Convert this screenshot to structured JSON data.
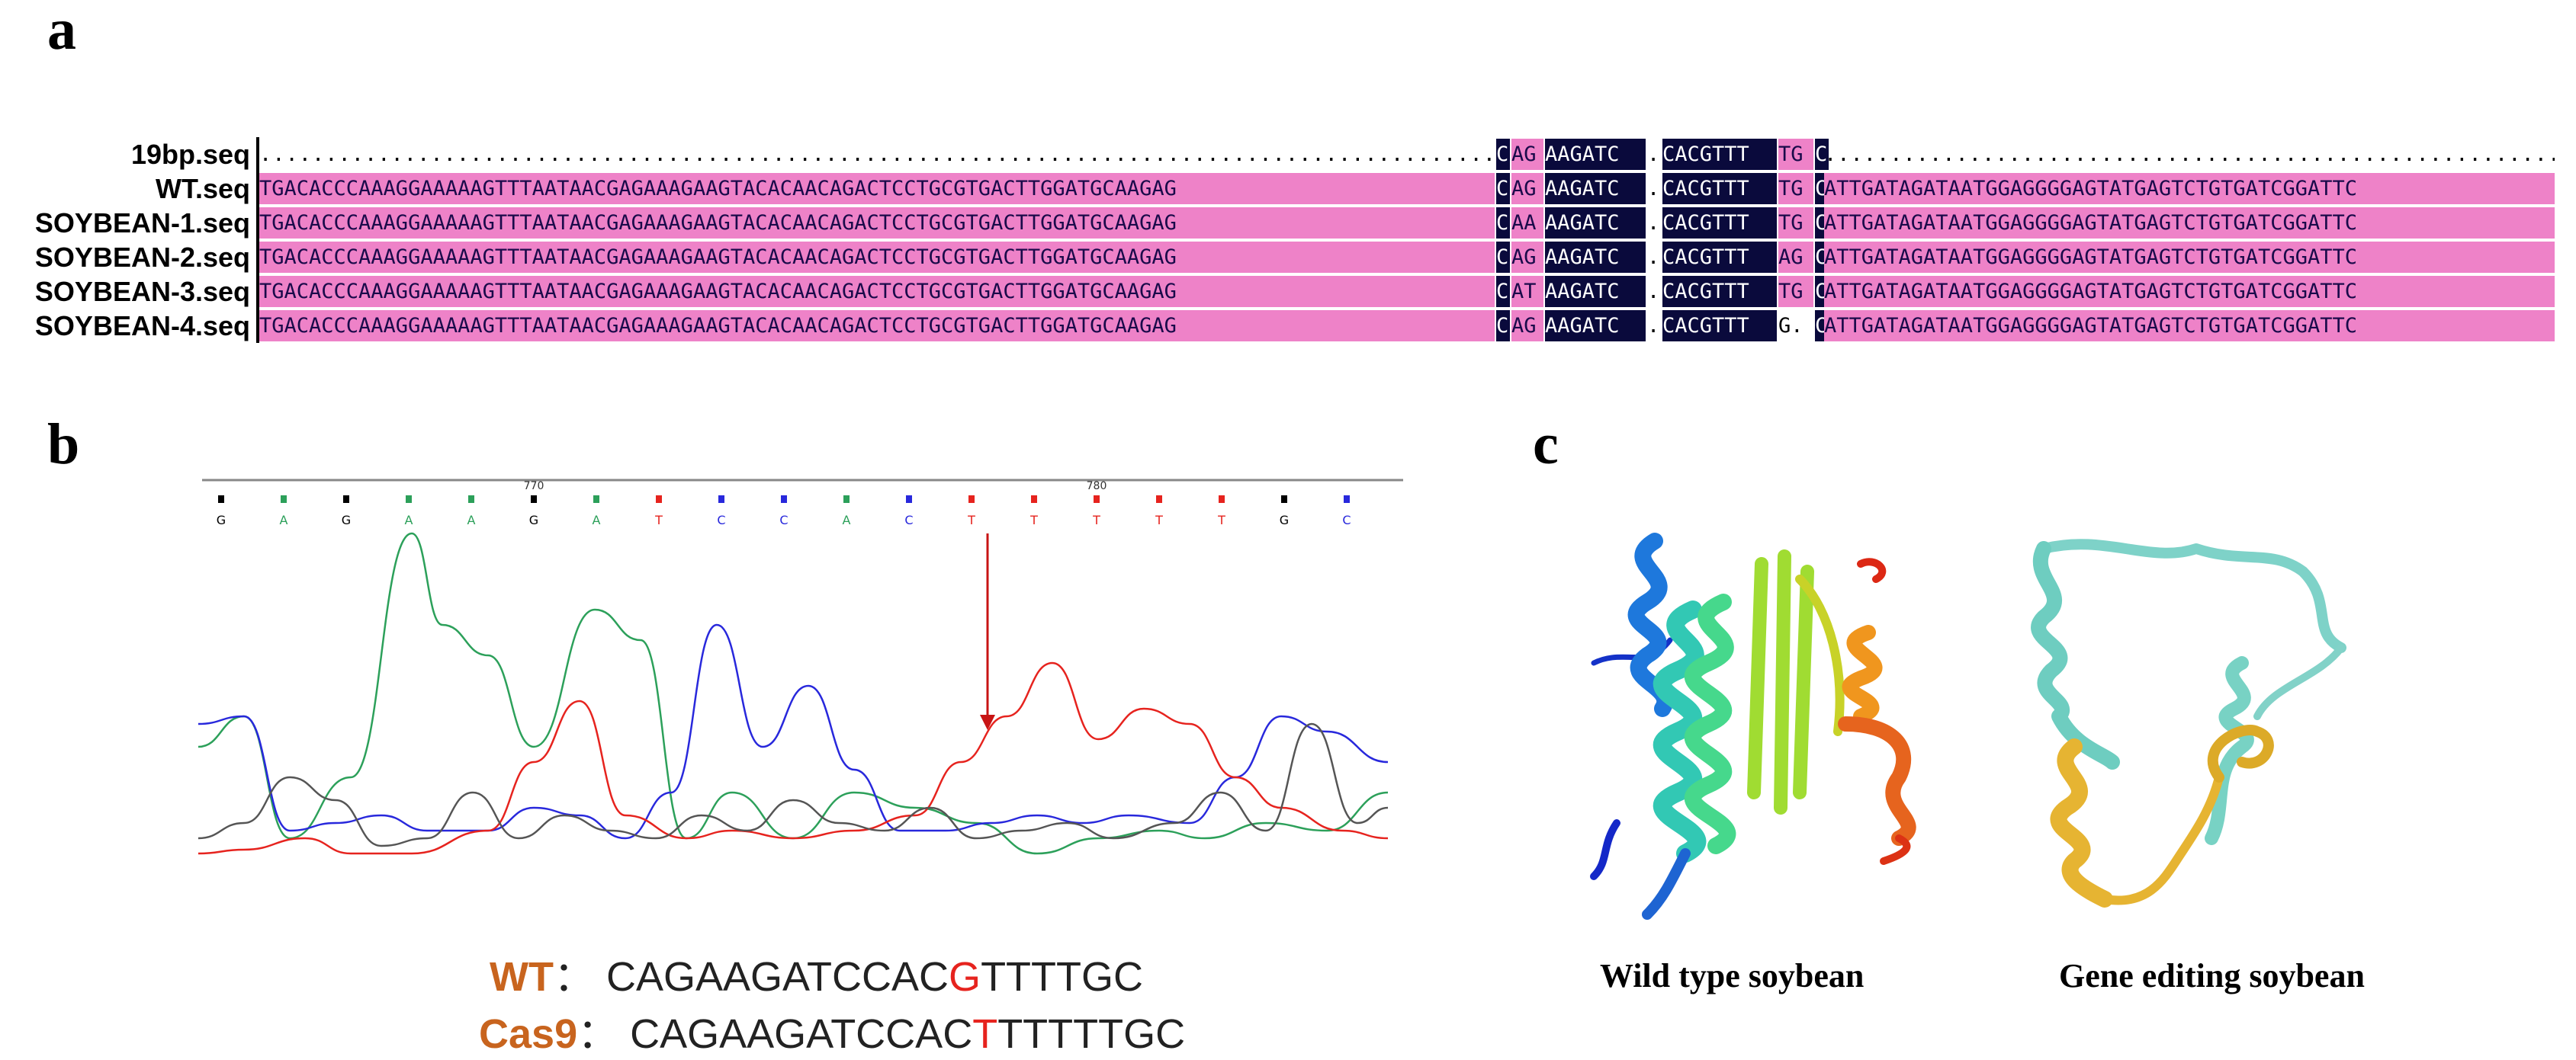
{
  "panels": {
    "a": "a",
    "b": "b",
    "c": "c"
  },
  "alignment": {
    "rows": [
      {
        "name": "19bp.seq"
      },
      {
        "name": "WT.seq"
      },
      {
        "name": "SOYBEAN-1.seq"
      },
      {
        "name": "SOYBEAN-2.seq"
      },
      {
        "name": "SOYBEAN-3.seq"
      },
      {
        "name": "SOYBEAN-4.seq"
      }
    ],
    "left_seq": "TGACACCCAAAGGAAAAAGTTTAATAACGAGAAAGAAGTACACAACAGACTCCTGCGTGACTTGGATGCAAGAG",
    "right_seq": "ATTGATAGATAATGGAGGGGAGTATGAGTCTGTGATCGGATTC",
    "mid": {
      "19bp": [
        "C",
        "AG",
        "AAGATC",
        ".",
        "CACGTTT",
        "TG",
        "C"
      ],
      "wt": [
        "C",
        "AG",
        "AAGATC",
        ".",
        "CACGTTT",
        "TG",
        "C"
      ],
      "s1": [
        "C",
        "AA",
        "AAGATC",
        ".",
        "CACGTTT",
        "TG",
        "C"
      ],
      "s2": [
        "C",
        "AG",
        "AAGATC",
        ".",
        "CACGTTT",
        "AG",
        "C"
      ],
      "s3": [
        "C",
        "AT",
        "AAGATC",
        ".",
        "CACGTTT",
        "TG",
        "C"
      ],
      "s4": [
        "C",
        "AG",
        "AAGATC",
        ".",
        "CACGTTT",
        "G.",
        "C"
      ]
    }
  },
  "chromatogram": {
    "bases": [
      "G",
      "A",
      "G",
      "A",
      "A",
      "G",
      "A",
      "T",
      "C",
      "C",
      "A",
      "C",
      "T",
      "T",
      "T",
      "T",
      "T",
      "G",
      "C"
    ],
    "base_colors": {
      "A": "#2ca05a",
      "C": "#2828dc",
      "G": "#000000",
      "T": "#e6231e"
    },
    "position_labels": [
      {
        "after_index": 5,
        "text": "770"
      },
      {
        "after_index": 14,
        "text": "780"
      }
    ]
  },
  "sequences": {
    "wt_label": "WT",
    "wt_pre": "CAGAAGATCCAC",
    "wt_mut": "G",
    "wt_post": "TTTTGC",
    "cas9_label": "Cas9",
    "cas9_pre": "CAGAAGATCCAC",
    "cas9_mut": "T",
    "cas9_post": "TTTTTGC",
    "separator": "："
  },
  "proteins": {
    "wild_caption": "Wild type soybean",
    "edited_caption": "Gene editing soybean"
  }
}
